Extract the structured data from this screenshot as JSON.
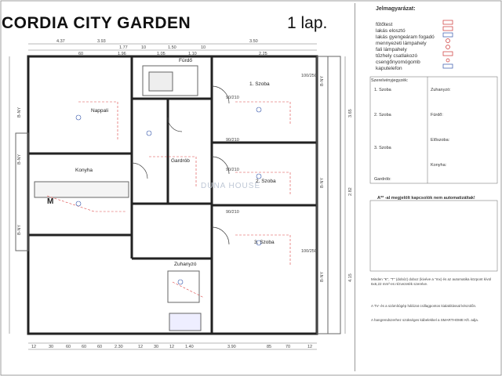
{
  "header": {
    "title": "CORDIA CITY GARDEN",
    "sheet": "1 lap."
  },
  "rooms": {
    "nappali": "Nappali",
    "furdo": "Fürdő",
    "szoba1": "1. Szoba",
    "konyha": "Konyha",
    "gardrob": "Gardrób",
    "szoba2": "2. Szoba",
    "szoba3": "3. Szoba",
    "zuhanyzo": "Zuhanyzó",
    "m": "M"
  },
  "dimensions": {
    "top": [
      "4.37",
      "3.93",
      "1.77",
      "10",
      "1.50",
      "10",
      "3.50"
    ],
    "top2": [
      "60",
      "1.96",
      "1.05",
      "1.10",
      "2.25"
    ],
    "bottom": [
      "12",
      "30",
      "60",
      "60",
      "60",
      "2.30",
      "12",
      "30",
      "12",
      "1.40",
      "3.90",
      "85",
      "70",
      "12"
    ],
    "right": [
      "3.65",
      "2.82",
      "4.15"
    ],
    "door": [
      "90/210",
      "90/210",
      "90/210",
      "90/210",
      "100/250",
      "100/250"
    ]
  },
  "walls": {
    "left_labels": [
      "B-NY",
      "B-NY",
      "B-NY"
    ],
    "right_labels": [
      "B-NY",
      "B-NY",
      "B-NY"
    ]
  },
  "legend": {
    "heading": "Jelmagyarázat:",
    "items": [
      "fűtőtest",
      "lakás elosztó",
      "lakás gyengeáram fogadó",
      "mennyezeti lámpahely",
      "fali lámpahely",
      "tűzhely csatlakozó",
      "csengőnyomógomb",
      "kaputelefon"
    ],
    "section1": "Szerelvényjegyzék:",
    "section1_items": [
      "1. Szoba",
      "2. Szoba",
      "3. Szoba",
      "Gardrób:",
      "Zuhanyzó:",
      "Fürdő:",
      "Előszoba:",
      "Konyha:"
    ],
    "section2": "A** -al megjelölt kapcsolók nem automatizáltak!",
    "para1": "Minden \"K\", \"T\" (dobóz) doboz (kivéve a \"mx) és az automatika központ kívül 6x6,22 mm²-es rézvezeték szerelve.",
    "para2": "A TV- és a számítógép hálózat csillagpontos kialakítással készülőn.",
    "para3": "A hangrendszerhez szükséges kábelekkel a SMARTHOME Kft. adja."
  },
  "watermark": "DUNA HOUSE"
}
